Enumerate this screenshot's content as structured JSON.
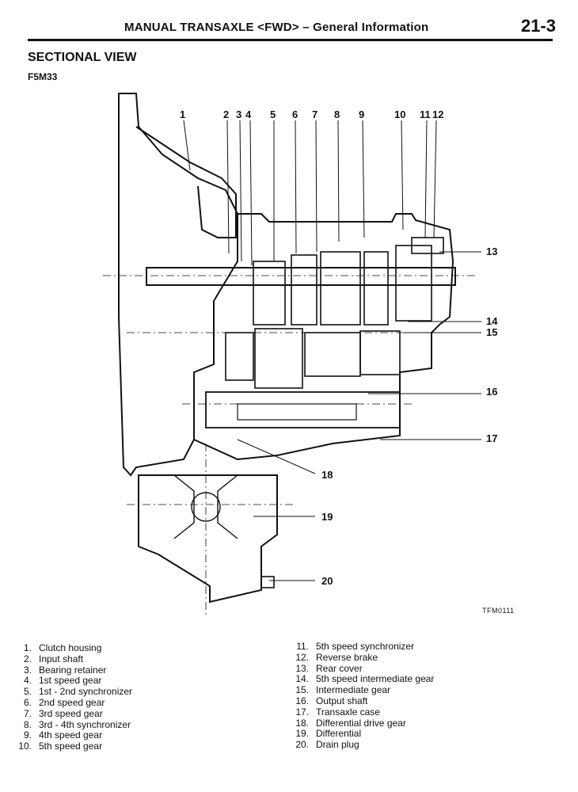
{
  "header": {
    "title": "MANUAL TRANSAXLE <FWD> – General Information",
    "page_number": "21-3"
  },
  "section_title": "SECTIONAL VIEW",
  "model_code": "F5M33",
  "figure_code": "TFM0111",
  "callouts": [
    "1",
    "2",
    "3",
    "4",
    "5",
    "6",
    "7",
    "8",
    "9",
    "10",
    "11",
    "12",
    "13",
    "14",
    "15",
    "16",
    "17",
    "18",
    "19",
    "20"
  ],
  "legend": [
    {
      "num": "1.",
      "label": "Clutch housing"
    },
    {
      "num": "2.",
      "label": "Input shaft"
    },
    {
      "num": "3.",
      "label": "Bearing retainer"
    },
    {
      "num": "4.",
      "label": "1st speed gear"
    },
    {
      "num": "5.",
      "label": "1st - 2nd synchronizer"
    },
    {
      "num": "6.",
      "label": "2nd speed gear"
    },
    {
      "num": "7.",
      "label": "3rd speed gear"
    },
    {
      "num": "8.",
      "label": "3rd - 4th synchronizer"
    },
    {
      "num": "9.",
      "label": "4th speed gear"
    },
    {
      "num": "10.",
      "label": "5th speed gear"
    },
    {
      "num": "11.",
      "label": "5th speed synchronizer"
    },
    {
      "num": "12.",
      "label": "Reverse brake"
    },
    {
      "num": "13.",
      "label": "Rear cover"
    },
    {
      "num": "14.",
      "label": "5th speed intermediate gear"
    },
    {
      "num": "15.",
      "label": "Intermediate gear"
    },
    {
      "num": "16.",
      "label": "Output shaft"
    },
    {
      "num": "17.",
      "label": "Transaxle case"
    },
    {
      "num": "18.",
      "label": "Differential drive gear"
    },
    {
      "num": "19.",
      "label": "Differential"
    },
    {
      "num": "20.",
      "label": "Drain plug"
    }
  ]
}
